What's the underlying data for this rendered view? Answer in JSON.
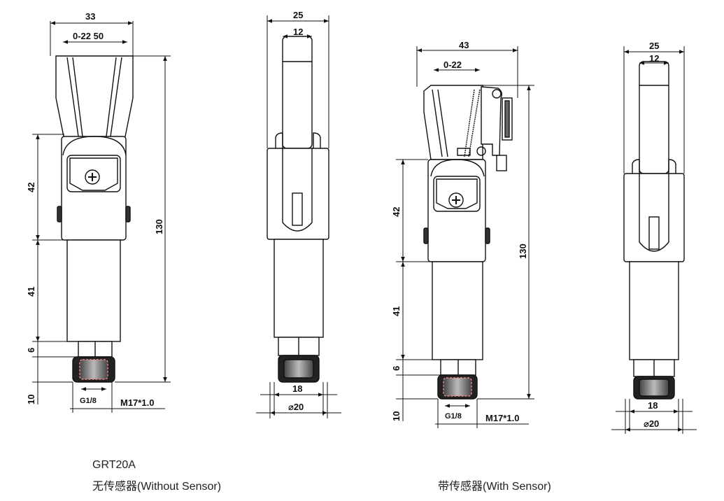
{
  "views": [
    {
      "id": "without-sensor-front",
      "dims": {
        "overall_width": "33",
        "range": "0-22 50",
        "h_gripper": "42",
        "h_body": "41",
        "h_nut": "6",
        "h_thread": "10",
        "h_total": "130",
        "port": "G1/8",
        "thread": "M17*1.0"
      }
    },
    {
      "id": "without-sensor-side",
      "dims": {
        "width": "25",
        "inner": "12",
        "base": "18",
        "dia": "⌀20"
      }
    },
    {
      "id": "with-sensor-front",
      "dims": {
        "overall_width": "43",
        "range": "0-22",
        "h_gripper": "42",
        "h_body": "41",
        "h_nut": "6",
        "h_thread": "10",
        "h_total": "130",
        "port": "G1/8",
        "thread": "M17*1.0"
      }
    },
    {
      "id": "with-sensor-side",
      "dims": {
        "width": "25",
        "inner": "12",
        "base": "18",
        "dia": "⌀20"
      }
    }
  ],
  "captions": {
    "model": "GRT20A",
    "without": "无传感器(Without Sensor)",
    "with": "带传感器(With Sensor)"
  }
}
